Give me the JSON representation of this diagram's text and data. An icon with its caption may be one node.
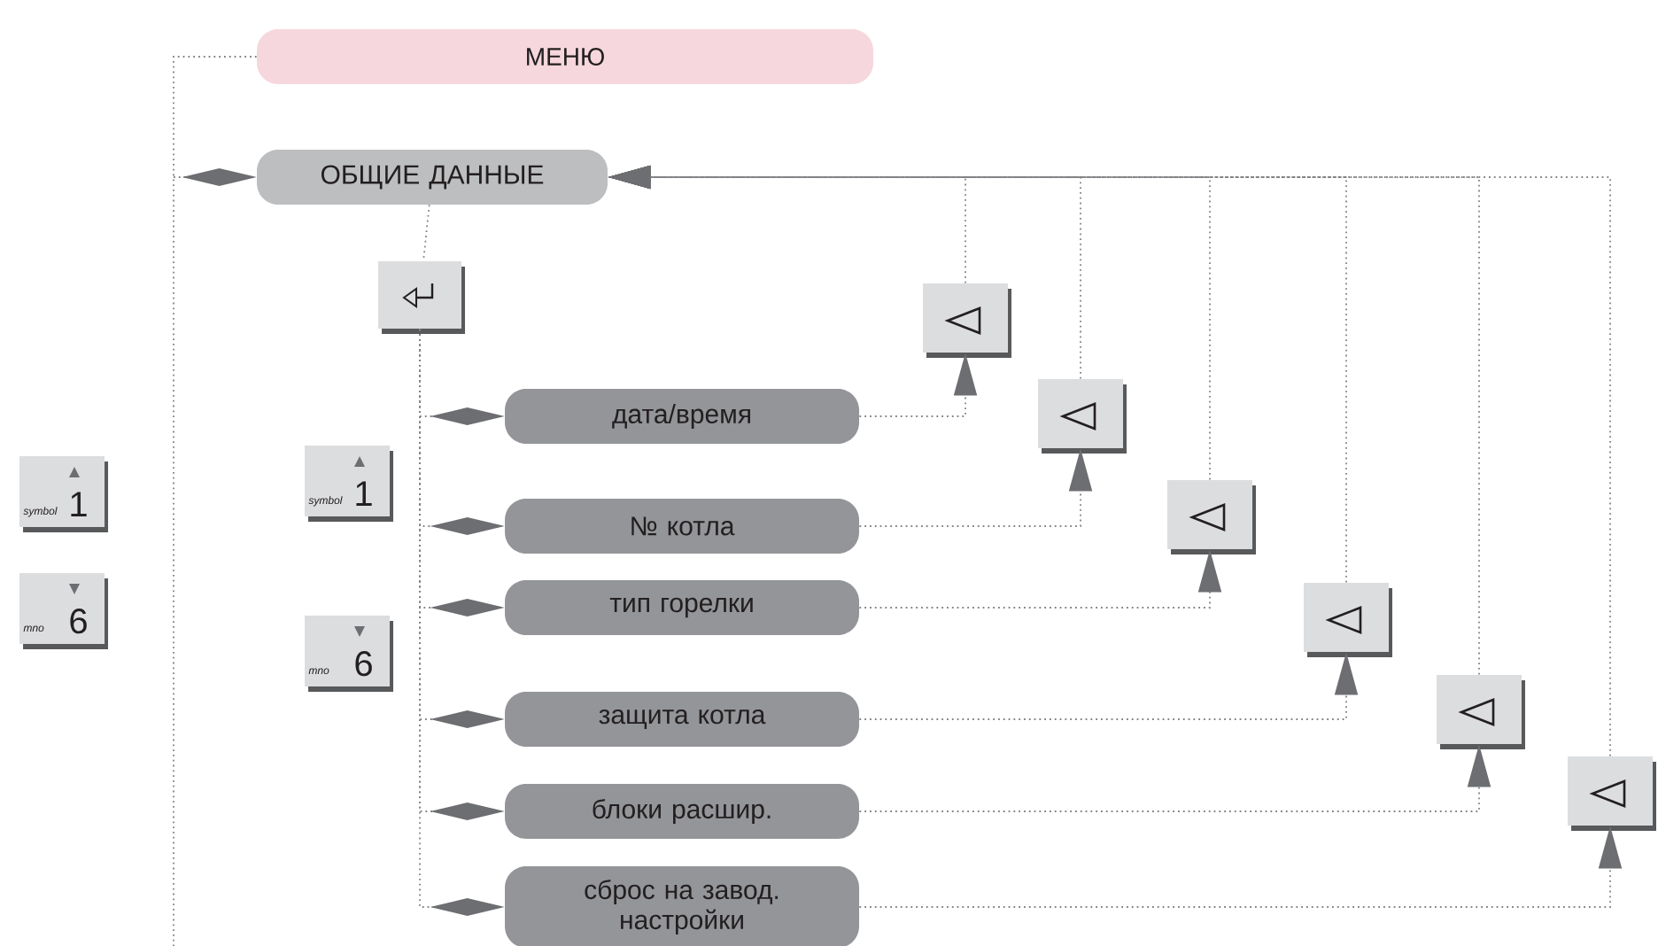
{
  "diagram": {
    "nodes": [
      {
        "text": [
          "МЕНЮ"
        ]
      },
      {
        "text": [
          "ОБЩИЕ ДАННЫЕ"
        ]
      },
      {
        "text": [],
        "shape": "box"
      },
      {
        "text": [
          "symbol",
          "1"
        ]
      },
      {
        "text": [
          "mno",
          "6"
        ]
      },
      {
        "text": [
          "symbol",
          "1"
        ]
      },
      {
        "text": [
          "mno",
          "6"
        ]
      },
      {
        "text": [
          "дата/время"
        ]
      },
      {
        "text": [
          "№ котла"
        ]
      },
      {
        "text": [
          "тип горелки"
        ]
      },
      {
        "text": [
          "защита котла"
        ]
      },
      {
        "text": [
          "блоки расшир."
        ]
      },
      {
        "text": [
          "сброс на завод. настройки"
        ]
      },
      {
        "text": [],
        "shape": "box"
      },
      {
        "text": [],
        "shape": "box"
      },
      {
        "text": [],
        "shape": "box"
      },
      {
        "text": [],
        "shape": "box"
      },
      {
        "text": [],
        "shape": "box"
      },
      {
        "text": [],
        "shape": "box"
      }
    ],
    "edges": [
      {
        "from": 0,
        "to": null,
        "arrow": "none"
      },
      {
        "from": null,
        "to": 1,
        "arrow": "other"
      },
      {
        "from": 1,
        "to": 2,
        "arrow": "none"
      },
      {
        "from": 2,
        "to": 7,
        "arrow": "other"
      },
      {
        "from": 2,
        "to": 8,
        "arrow": "other"
      },
      {
        "from": 2,
        "to": 9,
        "arrow": "other"
      },
      {
        "from": 2,
        "to": 10,
        "arrow": "other"
      },
      {
        "from": 2,
        "to": 11,
        "arrow": "other"
      },
      {
        "from": 2,
        "to": 12,
        "arrow": "other"
      },
      {
        "from": 7,
        "to": 13,
        "arrow": "to"
      },
      {
        "from": 8,
        "to": 14,
        "arrow": "to"
      },
      {
        "from": 9,
        "to": 15,
        "arrow": "to"
      },
      {
        "from": 10,
        "to": 16,
        "arrow": "to"
      },
      {
        "from": 11,
        "to": 17,
        "arrow": "to"
      },
      {
        "from": 12,
        "to": 18,
        "arrow": "to"
      },
      {
        "from": 13,
        "to": 1,
        "arrow": "to"
      },
      {
        "from": 14,
        "to": 1,
        "arrow": "to"
      },
      {
        "from": 15,
        "to": 1,
        "arrow": "to"
      },
      {
        "from": 16,
        "to": 1,
        "arrow": "to"
      },
      {
        "from": 17,
        "to": 1,
        "arrow": "to"
      },
      {
        "from": 18,
        "to": 1,
        "arrow": "to"
      }
    ]
  }
}
